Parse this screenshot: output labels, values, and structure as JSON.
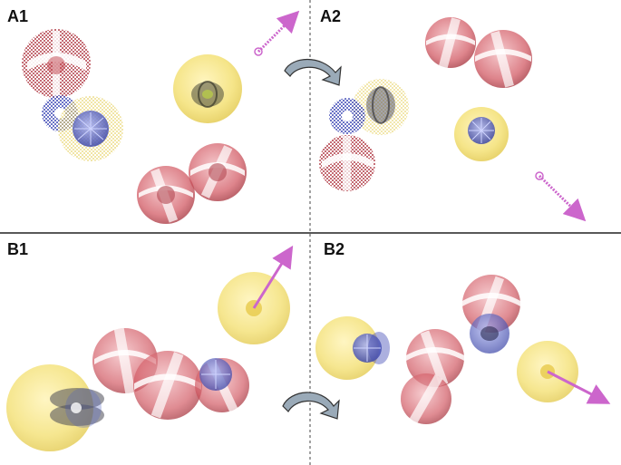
{
  "panels": {
    "a1": "A1",
    "a2": "A2",
    "b1": "B1",
    "b2": "B2"
  },
  "colors": {
    "red_shell": "#c0404a",
    "blue_shell": "#4650b8",
    "yellow_shell": "#f2df7a",
    "arrow_magenta": "#cc66cc",
    "curved_arrow_fill": "#9aaab8",
    "divider": "#333333"
  },
  "icons": [
    "curved-arrow-icon",
    "vector-arrow-icon"
  ]
}
